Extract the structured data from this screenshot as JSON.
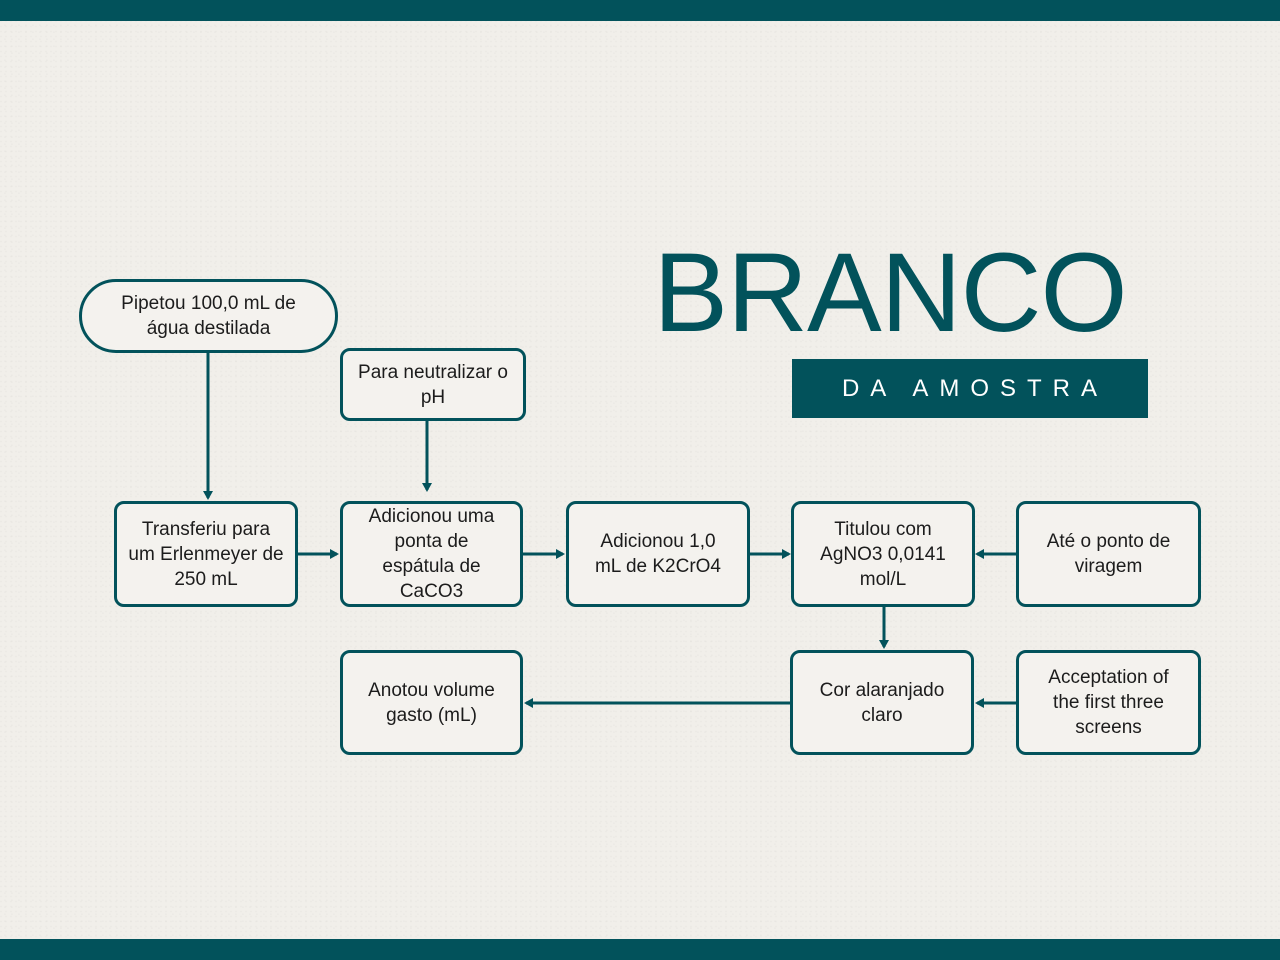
{
  "header": {
    "title": "BRANCO",
    "subtitle": "DA AMOSTRA"
  },
  "nodes": {
    "pipetou": "Pipetou 100,0 mL de água destilada",
    "neutralizar": "Para neutralizar o pH",
    "transferiu": "Transferiu para um Erlenmeyer de 250 mL",
    "adicionou_caco3": "Adicionou uma ponta de espátula de CaCO3",
    "adicionou_k2cro4": "Adicionou 1,0 mL de K2CrO4",
    "titulou": "Titulou com AgNO3 0,0141 mol/L",
    "ate_ponto": "Até o ponto de viragem",
    "cor": "Cor alaranjado claro",
    "acceptation": "Acceptation of the first three screens",
    "anotou": "Anotou volume gasto (mL)"
  },
  "colors": {
    "accent": "#02525b",
    "background": "#f1efea",
    "text": "#1c1c1c"
  }
}
